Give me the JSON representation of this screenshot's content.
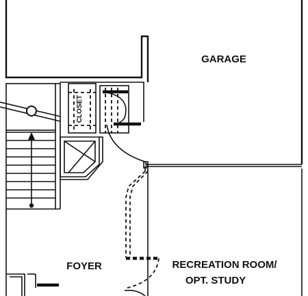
{
  "rooms": {
    "garage": "GARAGE",
    "closet": "CLOSET",
    "foyer": "FOYER",
    "recreation_line1": "RECREATION ROOM/",
    "recreation_line2": "OPT. STUDY"
  },
  "colors": {
    "ink": "#111111",
    "background": "#ffffff"
  },
  "icons": {
    "stair_arrow": "up-arrow-icon",
    "hand_rail_post": "circle-post-icon"
  }
}
